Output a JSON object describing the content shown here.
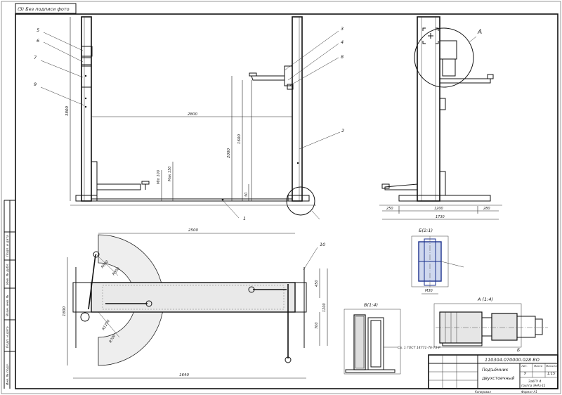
{
  "stamp_rotated": "(3) Без подписи фото",
  "positions": {
    "p1": "1",
    "p2": "2",
    "p3": "3",
    "p4": "4",
    "p5": "5",
    "p6": "6",
    "p7": "7",
    "p8": "8",
    "p9": "9",
    "p10": "10"
  },
  "dimensions": {
    "height_total": "3800",
    "span": "2800",
    "lift_height": "2000",
    "lift_height2": "1600",
    "arm_low": "Min 100",
    "arm_high": "Max 150",
    "base_h": "50",
    "plan_length": "2500",
    "plan_width": "1800",
    "plan_left": "1640",
    "plan_450": "450",
    "plan_1200": "1200",
    "plan_700": "700",
    "r1": "R600",
    "r2": "R800",
    "r3": "R1250",
    "r4": "R700",
    "side_left": "250",
    "side_mid": "1200",
    "side_right": "280",
    "side_total": "1730",
    "detail_b_dim": "M30"
  },
  "views": {
    "view_a": "А",
    "view_a_scale": "А (1:4)",
    "view_b": "Б(2:1)",
    "view_c": "В(1:4)",
    "motor_label": "Б"
  },
  "notes": {
    "weld_note": "Св. 1 ГОСТ 14771-76-Т3-Р"
  },
  "title_block": {
    "doc_number": "110304.070000.028 ВО",
    "name_line1": "Подъёмник",
    "name_line2": "двухстоечный",
    "sheet_label": "Лит.",
    "mass_label": "Масса",
    "scale_label": "Масштаб",
    "scale_value": "1:15",
    "lit": "У",
    "org_line1": "ЗабГУ 4",
    "org_line2": "группа ЭНАз-11",
    "copied": "Копировал",
    "format": "Формат А1"
  },
  "left_strip": {
    "inv": "Инв. № подл.",
    "sign": "Подп. и дата",
    "vzam": "Взам. инв. №",
    "inv_dubl": "Инв. № дубл.",
    "sign2": "Подп. и дата"
  }
}
